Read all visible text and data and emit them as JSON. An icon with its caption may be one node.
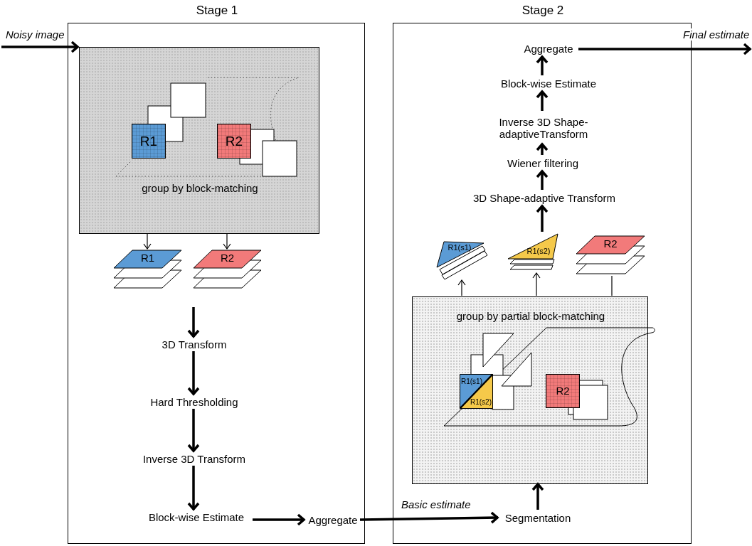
{
  "diagram": {
    "nodes": [
      {
        "text": [
          "Stage 1"
        ]
      },
      {
        "text": [
          "group by block-matching"
        ],
        "in": 0
      },
      {
        "text": [
          "R1"
        ],
        "in": 1
      },
      {
        "text": [
          "R2"
        ],
        "in": 1
      },
      {
        "text": [
          "R1"
        ],
        "in": 0
      },
      {
        "text": [
          "R2"
        ],
        "in": 0
      },
      {
        "text": [
          "3D Transform"
        ],
        "in": 0
      },
      {
        "text": [
          "Hard Thresholding"
        ],
        "in": 0
      },
      {
        "text": [
          "Inverse 3D Transform"
        ],
        "in": 0
      },
      {
        "text": [
          "Block-wise Estimate"
        ],
        "in": 0
      },
      {
        "text": [
          "Aggregate"
        ],
        "in": 0
      },
      {
        "text": [
          "Stage 2"
        ]
      },
      {
        "text": [
          "Aggregate"
        ],
        "in": 11
      },
      {
        "text": [
          "Block-wise Estimate"
        ],
        "in": 11
      },
      {
        "text": [
          "Inverse 3D Shape-adaptiveTransform"
        ],
        "in": 11
      },
      {
        "text": [
          "Wiener filtering"
        ],
        "in": 11
      },
      {
        "text": [
          "3D Shape-adaptive Transform"
        ],
        "in": 11
      },
      {
        "text": [
          "R1(s1)"
        ],
        "in": 11
      },
      {
        "text": [
          "R1(s2)"
        ],
        "in": 11
      },
      {
        "text": [
          "R2"
        ],
        "in": 11
      },
      {
        "text": [
          "group by partial block-matching"
        ],
        "in": 11
      },
      {
        "text": [
          "R1(s1)",
          "R1(s2)"
        ],
        "in": 20
      },
      {
        "text": [
          "R2"
        ],
        "in": 20
      },
      {
        "text": [
          "Segmentation"
        ],
        "in": 11
      }
    ],
    "edges": [
      {
        "from": null,
        "to": 1,
        "arrow": "to",
        "label": "Noisy image"
      },
      {
        "from": 1,
        "to": 4,
        "arrow": "to"
      },
      {
        "from": 1,
        "to": 5,
        "arrow": "to"
      },
      {
        "from": null,
        "to": 6,
        "arrow": "to"
      },
      {
        "from": 6,
        "to": 7,
        "arrow": "to"
      },
      {
        "from": 7,
        "to": 8,
        "arrow": "to"
      },
      {
        "from": 8,
        "to": 9,
        "arrow": "to"
      },
      {
        "from": 9,
        "to": 10,
        "arrow": "to"
      },
      {
        "from": 10,
        "to": 23,
        "arrow": "to",
        "label": "Basic estimate"
      },
      {
        "from": 23,
        "to": 20,
        "arrow": "to"
      },
      {
        "from": 20,
        "to": 17,
        "arrow": "to"
      },
      {
        "from": 20,
        "to": 18,
        "arrow": "to"
      },
      {
        "from": 20,
        "to": 19,
        "arrow": "none"
      },
      {
        "from": 18,
        "to": 16,
        "arrow": "to"
      },
      {
        "from": 16,
        "to": 15,
        "arrow": "to"
      },
      {
        "from": 15,
        "to": 14,
        "arrow": "to"
      },
      {
        "from": 14,
        "to": 13,
        "arrow": "to"
      },
      {
        "from": 13,
        "to": 12,
        "arrow": "to"
      },
      {
        "from": 12,
        "to": null,
        "arrow": "to",
        "label": "Final estimate"
      }
    ]
  }
}
